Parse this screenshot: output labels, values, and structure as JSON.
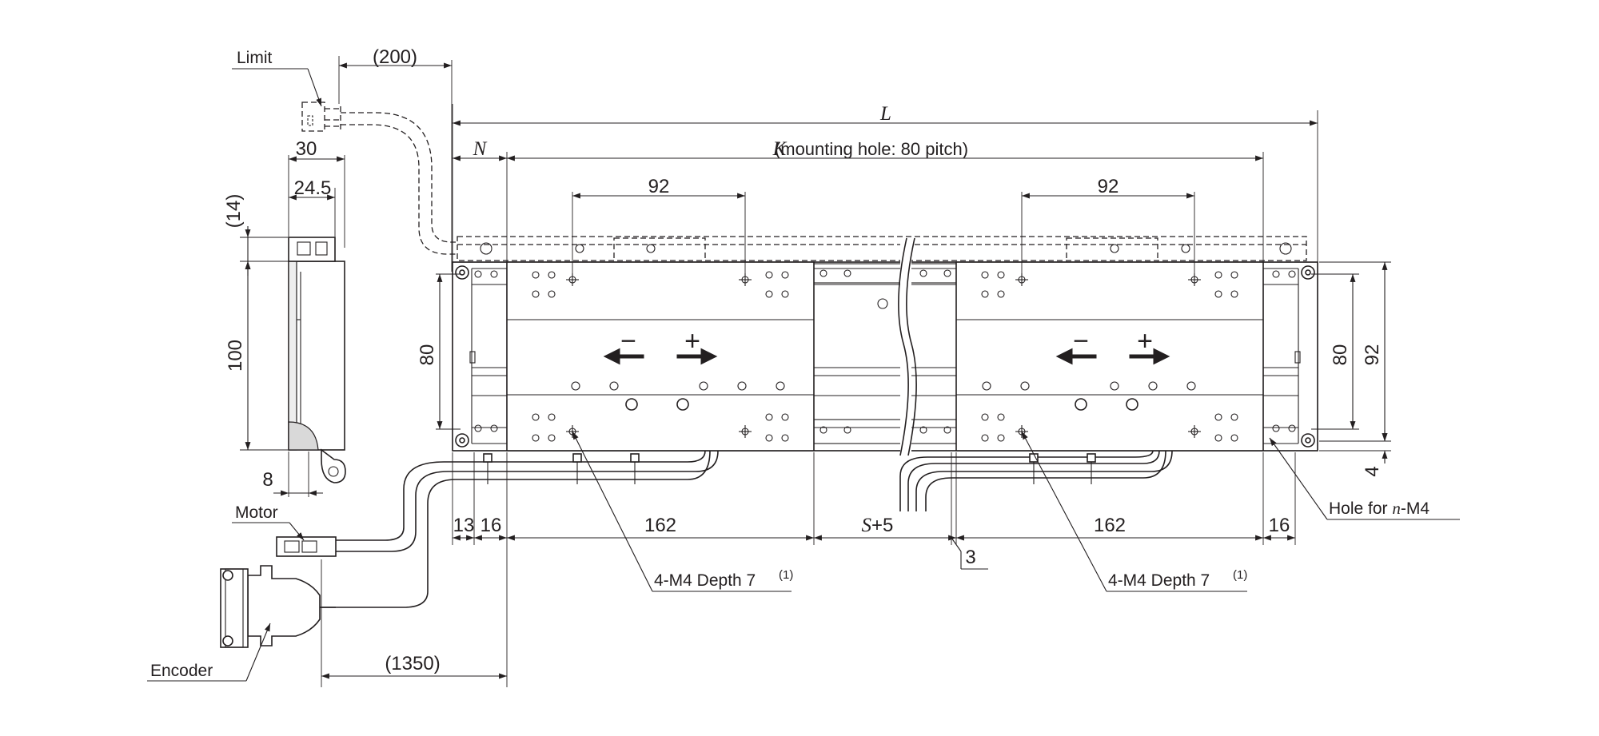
{
  "labels": {
    "limit": "Limit",
    "motor": "Motor",
    "encoder": "Encoder",
    "hole": "Hole for n-M4",
    "hole_prefix": "Hole for ",
    "hole_n": "n",
    "hole_suffix": "-M4",
    "tap_left": "4-M4 Depth 7",
    "tap_right": "4-M4 Depth 7",
    "tap_note": "(1)"
  },
  "dimensions": {
    "cable_200": "(200)",
    "overall_L": "L",
    "N": "N",
    "K_sym": "K",
    "K_text": "(mounting hole: 80 pitch)",
    "hole_pitch_left": "92",
    "hole_pitch_right": "92",
    "side_30": "30",
    "side_24_5": "24.5",
    "side_14": "(14)",
    "side_100": "100",
    "side_8": "8",
    "height_80_left": "80",
    "height_80_right": "80",
    "height_92_right": "92",
    "offset_4": "4",
    "end_13": "13",
    "end_16_left": "16",
    "slider_162_left": "162",
    "gap_S": "S",
    "gap_plus5": "+5",
    "gap_3": "3",
    "slider_162_right": "162",
    "end_16_right": "16",
    "cable_1350": "(1350)"
  },
  "direction_marks": {
    "minus": "−",
    "plus": "+"
  }
}
